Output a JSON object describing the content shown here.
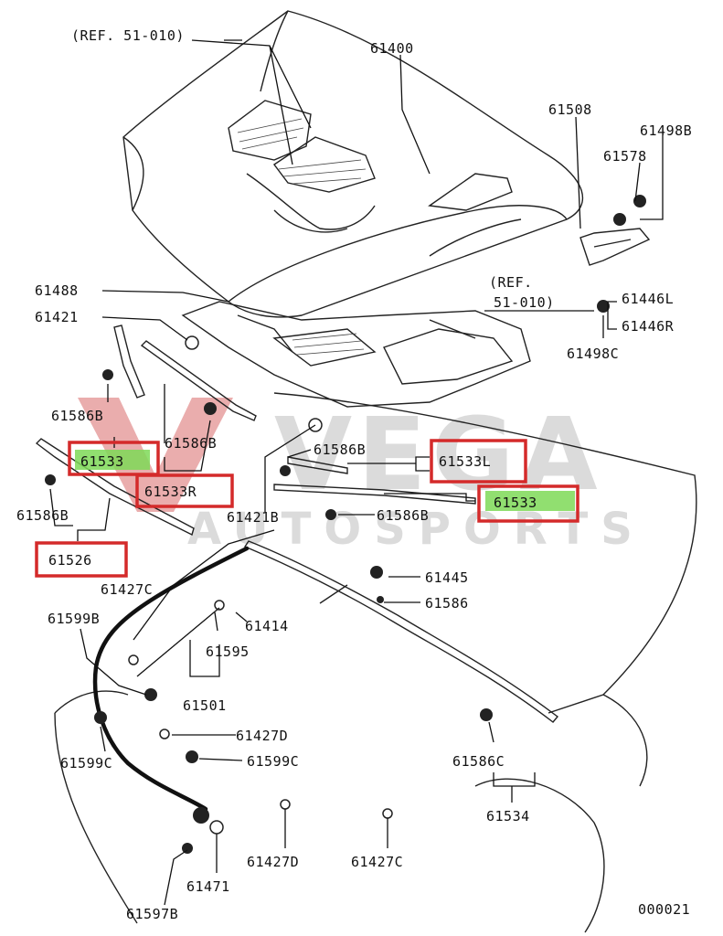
{
  "watermark": {
    "brand": "VEGA",
    "sub": "AUTOSPORTS"
  },
  "diagram_code": "000021",
  "labels": {
    "ref_top": "(REF. 51-010)",
    "p61400": "61400",
    "p61508": "61508",
    "p61498b": "61498B",
    "p61578": "61578",
    "ref_mid_1": "(REF.",
    "ref_mid_2": "51-010)",
    "p61446l": "61446L",
    "p61446r": "61446R",
    "p61498c": "61498C",
    "p61488": "61488",
    "p61421": "61421",
    "p61586b_a": "61586B",
    "p61533_a": "61533",
    "p61586b_b": "61586B",
    "p61533r": "61533R",
    "p61586b_c": "61586B",
    "p61533l": "61533L",
    "p61533_b": "61533",
    "p61586b_d": "61586B",
    "p61586b_e": "61586B",
    "p61421b": "61421B",
    "p61526": "61526",
    "p61427c_a": "61427C",
    "p61445": "61445",
    "p61586": "61586",
    "p61599b": "61599B",
    "p61414": "61414",
    "p61595": "61595",
    "p61501": "61501",
    "p61427d_a": "61427D",
    "p61599c_a": "61599C",
    "p61599c_b": "61599C",
    "p61586c": "61586C",
    "p61534": "61534",
    "p61427d_b": "61427D",
    "p61427c_b": "61427C",
    "p61471": "61471",
    "p61597b": "61597B"
  },
  "colors": {
    "highlight_box": "#d42a2a",
    "highlight_fill": "#7ed957",
    "line": "#111111"
  }
}
